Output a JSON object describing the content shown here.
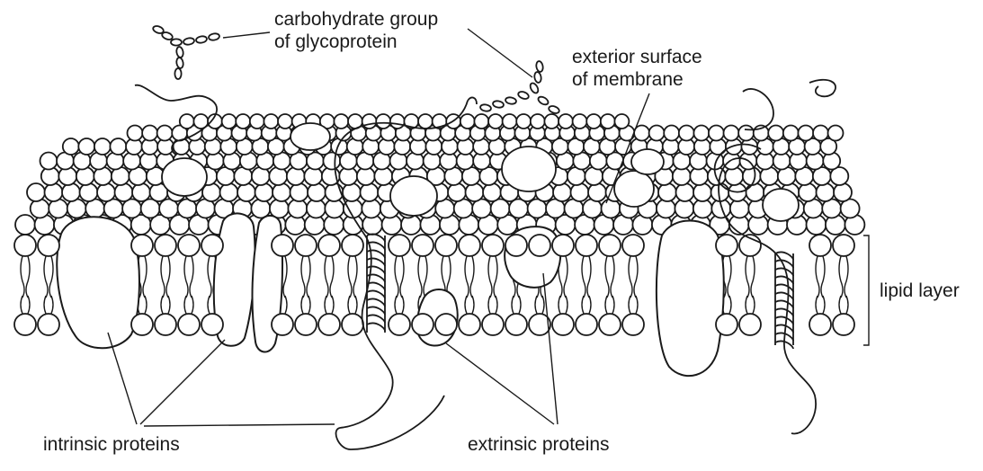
{
  "labels": {
    "carbohydrate_line1": "carbohydrate group",
    "carbohydrate_line2": "of glycoprotein",
    "exterior_line1": "exterior surface",
    "exterior_line2": "of membrane",
    "lipid_layer": "lipid layer",
    "intrinsic_proteins": "intrinsic proteins",
    "extrinsic_proteins": "extrinsic proteins"
  },
  "colors": {
    "stroke": "#1a1a1a",
    "fill": "#ffffff"
  }
}
